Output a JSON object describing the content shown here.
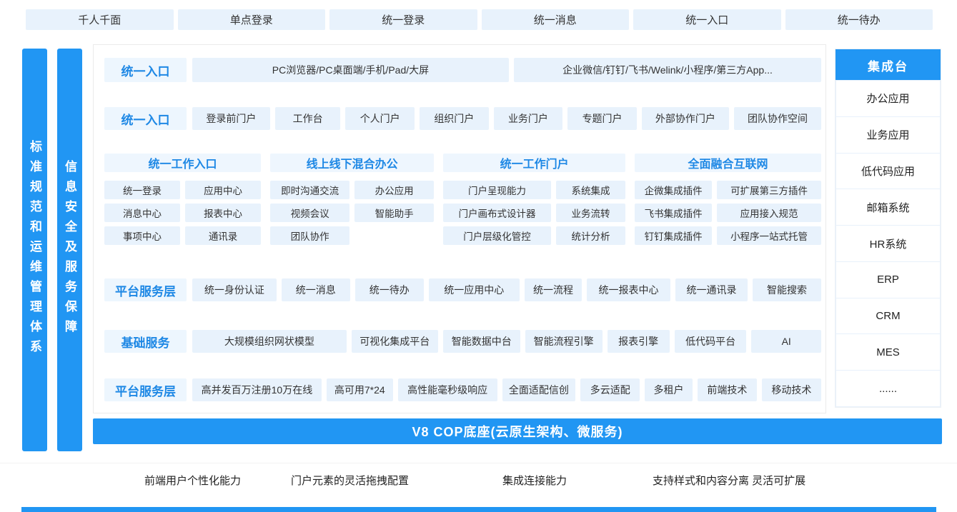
{
  "colors": {
    "primary_blue": "#2196f3",
    "title_blue": "#1e88e5",
    "chip_bg": "#e8f2fc",
    "text_dark": "#333333"
  },
  "top_row": [
    "千人千面",
    "单点登录",
    "统一登录",
    "统一消息",
    "统一入口",
    "统一待办"
  ],
  "left_bars": [
    "标准规范和运维管理体系",
    "信息安全及服务保障"
  ],
  "main": {
    "row_access": {
      "label": "统一入口",
      "items": [
        "PC浏览器/PC桌面端/手机/Pad/大屏",
        "企业微信/钉钉/飞书/Welink/小程序/第三方App..."
      ]
    },
    "row_portals": {
      "label": "统一入口",
      "items": [
        "登录前门户",
        "工作台",
        "个人门户",
        "组织门户",
        "业务门户",
        "专题门户",
        "外部协作门户",
        "团队协作空间"
      ]
    },
    "groups": [
      {
        "title": "统一工作入口",
        "items": [
          "统一登录",
          "应用中心",
          "消息中心",
          "报表中心",
          "事项中心",
          "通讯录"
        ]
      },
      {
        "title": "线上线下混合办公",
        "items": [
          "即时沟通交流",
          "办公应用",
          "视频会议",
          "智能助手",
          "团队协作"
        ]
      },
      {
        "title": "统一工作门户",
        "items": [
          "门户呈现能力",
          "系统集成",
          "门户画布式设计器",
          "业务流转",
          "门户层级化管控",
          "统计分析"
        ]
      },
      {
        "title": "全面融合互联网",
        "items": [
          "企微集成插件",
          "可扩展第三方插件",
          "飞书集成插件",
          "应用接入规范",
          "钉钉集成插件",
          "小程序一站式托管"
        ]
      }
    ],
    "row_platform": {
      "label": "平台服务层",
      "items": [
        "统一身份认证",
        "统一消息",
        "统一待办",
        "统一应用中心",
        "统一流程",
        "统一报表中心",
        "统一通讯录",
        "智能搜索"
      ]
    },
    "row_base": {
      "label": "基础服务",
      "items": [
        "大规模组织网状模型",
        "可视化集成平台",
        "智能数据中台",
        "智能流程引擎",
        "报表引擎",
        "低代码平台",
        "AI"
      ]
    },
    "row_tech": {
      "label": "平台服务层",
      "items": [
        "高并发百万注册10万在线",
        "高可用7*24",
        "高性能毫秒级响应",
        "全面适配信创",
        "多云适配",
        "多租户",
        "前端技术",
        "移动技术"
      ]
    }
  },
  "v8_bar": "V8 COP底座(云原生架构、微服务)",
  "sidebar": {
    "header": "集成台",
    "items": [
      "办公应用",
      "业务应用",
      "低代码应用",
      "邮箱系统",
      "HR系统",
      "ERP",
      "CRM",
      "MES",
      "......"
    ]
  },
  "bottom_row": [
    "前端用户个性化能力",
    "门户元素的灵活拖拽配置",
    "集成连接能力",
    "支持样式和内容分离 灵活可扩展"
  ]
}
